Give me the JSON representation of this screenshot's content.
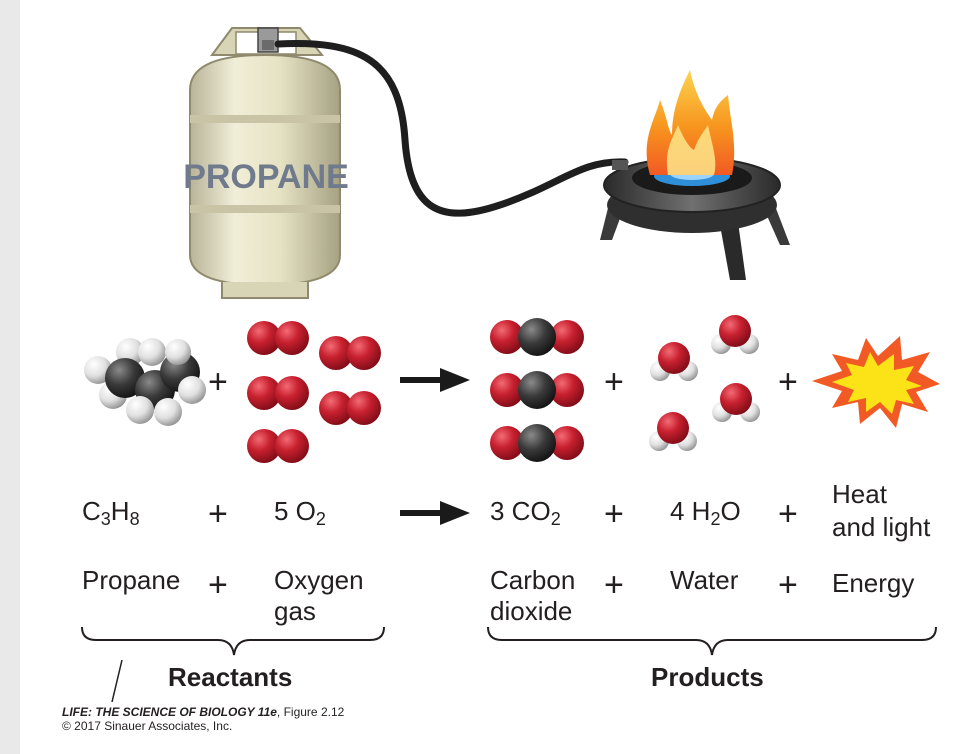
{
  "tank_label": "PROPANE",
  "operator_plus": "+",
  "row_formula": {
    "propane": {
      "main": "C",
      "sub1": "3",
      "mid": "H",
      "sub2": "8"
    },
    "oxygen": {
      "coef": "5 O",
      "sub": "2"
    },
    "co2": {
      "coef": "3 CO",
      "sub": "2"
    },
    "water": {
      "coef": "4 H",
      "sub": "2",
      "tail": "O"
    },
    "energy": {
      "line1": "Heat",
      "line2": "and light"
    }
  },
  "row_names": {
    "propane": "Propane",
    "oxygen": {
      "line1": "Oxygen",
      "line2": "gas"
    },
    "co2": {
      "line1": "Carbon",
      "line2": "dioxide"
    },
    "water": "Water",
    "energy": "Energy"
  },
  "group_labels": {
    "reactants": "Reactants",
    "products": "Products"
  },
  "credit": {
    "book": "LIFE: THE SCIENCE OF BIOLOGY 11e",
    "figure": ", Figure 2.12",
    "copyright": "© 2017 Sinauer Associates, Inc."
  },
  "colors": {
    "tank": "#e8e4c6",
    "oxygen_atom": "#c8202f",
    "carbon_atom": "#3a3a3a",
    "hydrogen_atom": "#e6e6e6",
    "flame": "#f6931e",
    "burner_flame": "#2f8fd8",
    "starburst": "#fbe317"
  },
  "icons": [
    "propane-tank-icon",
    "burner-icon",
    "flame-icon",
    "propane-molecule-icon",
    "oxygen-molecule-icon",
    "carbon-dioxide-molecule-icon",
    "water-molecule-icon",
    "energy-starburst-icon",
    "reaction-arrow-icon",
    "brace-icon"
  ]
}
